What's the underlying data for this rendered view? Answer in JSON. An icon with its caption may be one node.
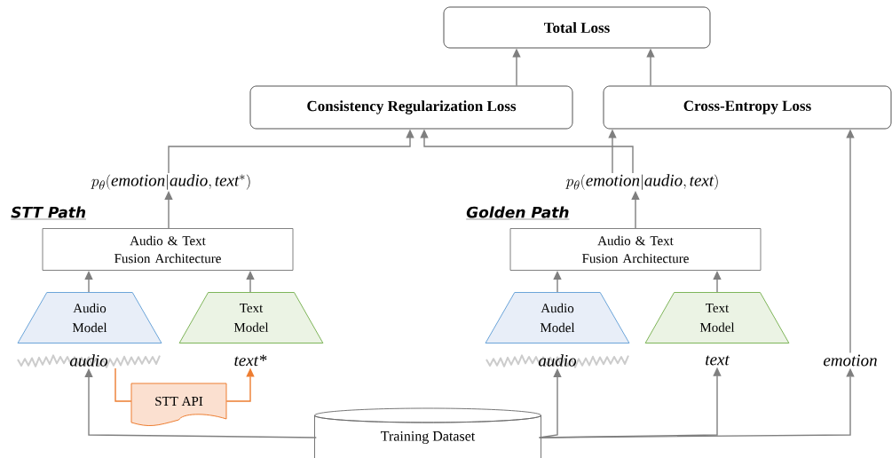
{
  "diagram": {
    "nodes": [
      {
        "text": [
          "Total Loss"
        ]
      },
      {
        "text": [
          "Consistency Regularization Loss"
        ]
      },
      {
        "text": [
          "Cross-Entropy Loss"
        ]
      },
      {
        "text": [
          "p_{\\theta}(\\mathit{emotion}|\\mathit{audio},\\mathit{text}^{*})"
        ]
      },
      {
        "text": [
          "p_{\\theta}(\\mathit{emotion}|\\mathit{audio},\\mathit{text})"
        ]
      },
      {
        "text": [
          "Audio & Text Fusion Architecture"
        ]
      },
      {
        "text": [
          "Audio & Text Fusion Architecture"
        ]
      },
      {
        "text": [
          "Audio Model"
        ]
      },
      {
        "text": [
          "Text Model"
        ]
      },
      {
        "text": [
          "Audio Model"
        ]
      },
      {
        "text": [
          "Text Model"
        ]
      },
      {
        "text": [
          "audio"
        ]
      },
      {
        "text": [
          "text*"
        ]
      },
      {
        "text": [
          "audio"
        ]
      },
      {
        "text": [
          "text"
        ]
      },
      {
        "text": [
          "emotion"
        ]
      },
      {
        "text": [
          "STT API"
        ]
      },
      {
        "text": [
          "Training Dataset"
        ]
      }
    ],
    "edges": [
      {
        "from": 1,
        "to": 0,
        "arrow": "to"
      },
      {
        "from": 2,
        "to": 0,
        "arrow": "to"
      },
      {
        "from": 3,
        "to": 1,
        "arrow": "to"
      },
      {
        "from": 4,
        "to": 1,
        "arrow": "to"
      },
      {
        "from": 4,
        "to": 2,
        "arrow": "to"
      },
      {
        "from": 15,
        "to": 2,
        "arrow": "to"
      },
      {
        "from": 5,
        "to": 3,
        "arrow": "to"
      },
      {
        "from": 6,
        "to": 4,
        "arrow": "to"
      },
      {
        "from": 7,
        "to": 5,
        "arrow": "to"
      },
      {
        "from": 8,
        "to": 5,
        "arrow": "to"
      },
      {
        "from": 9,
        "to": 6,
        "arrow": "to"
      },
      {
        "from": 10,
        "to": 6,
        "arrow": "to"
      },
      {
        "from": 17,
        "to": 11,
        "arrow": "to"
      },
      {
        "from": 17,
        "to": 13,
        "arrow": "to"
      },
      {
        "from": 17,
        "to": 14,
        "arrow": "to"
      },
      {
        "from": 17,
        "to": 15,
        "arrow": "to"
      },
      {
        "from": 11,
        "to": 16,
        "arrow": "none",
        "color": "#ed7d31"
      },
      {
        "from": 16,
        "to": 12,
        "arrow": "to",
        "color": "#ed7d31"
      }
    ],
    "labels": [
      "STT Path",
      "Golden Path"
    ]
  }
}
